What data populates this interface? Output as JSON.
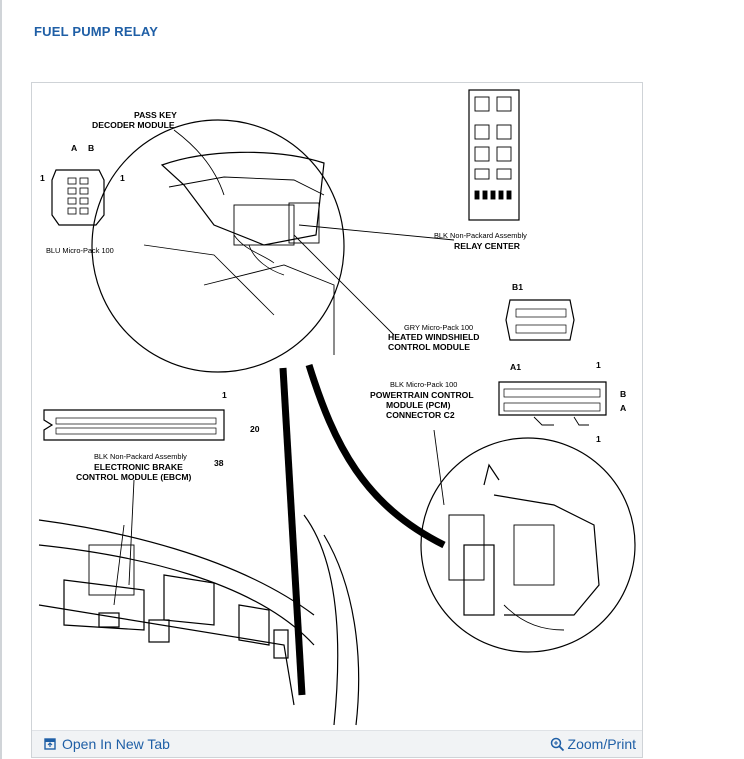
{
  "page": {
    "title": "FUEL PUMP RELAY"
  },
  "diagram": {
    "pass_key_line1": "PASS KEY",
    "pass_key_line2": "DECODER MODULE",
    "blu_connector": "BLU Micro-Pack 100",
    "pin_a": "A",
    "pin_b": "B",
    "pin_1": "1",
    "relay_sub": "BLK Non-Packard Assembly",
    "relay_center": "RELAY CENTER",
    "b1": "B1",
    "a1": "A1",
    "gry_connector": "GRY Micro-Pack 100",
    "heated_line1": "HEATED WINDSHIELD",
    "heated_line2": "CONTROL MODULE",
    "pcm_sub": "BLK Micro-Pack 100",
    "pcm_line1": "POWERTRAIN CONTROL",
    "pcm_line2": "MODULE (PCM)",
    "pcm_line3": "CONNECTOR C2",
    "pin_20": "20",
    "pin_38": "38",
    "ebcm_sub": "BLK Non-Packard Assembly",
    "ebcm_line1": "ELECTRONIC BRAKE",
    "ebcm_line2": "CONTROL MODULE (EBCM)"
  },
  "footer": {
    "open_label": "Open In New Tab",
    "zoom_label": "Zoom/Print",
    "open_icon": "open-new-tab-icon",
    "zoom_icon": "zoom-icon"
  },
  "colors": {
    "link": "#1f5fa6",
    "title": "#1f5fa6",
    "footer_bg": "#f1f3f5"
  }
}
